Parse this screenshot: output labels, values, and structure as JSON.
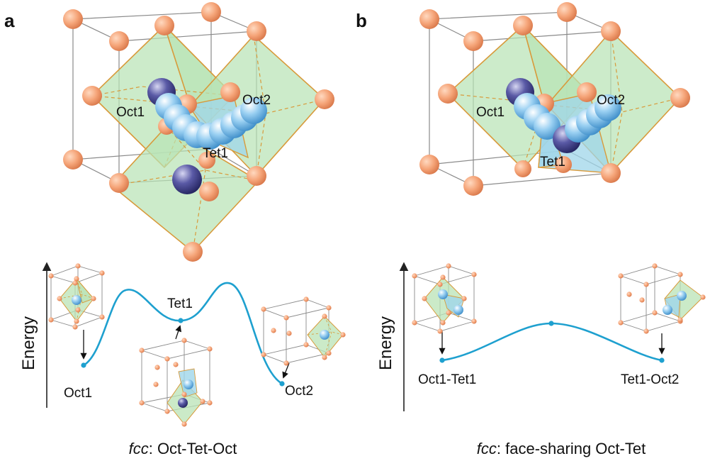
{
  "colors": {
    "host_atom": "#f5a478",
    "octahedron": "#b9e3b5",
    "tetrahedron": "#9fd6ea",
    "diffusing_atom_light": "#9ad0f2",
    "diffusing_atom_dark": "#4a4a9a",
    "energy_curve": "#1ea0cf"
  },
  "panels": [
    {
      "letter": "a",
      "labels": {
        "oct1": "Oct1",
        "oct2": "Oct2",
        "tet1": "Tet1"
      },
      "axis_title": "Energy",
      "path_points": [
        "Oct1",
        "Tet1",
        "Oct2"
      ],
      "caption": {
        "italic": "fcc",
        "rest": ": Oct-Tet-Oct"
      }
    },
    {
      "letter": "b",
      "labels": {
        "oct1": "Oct1",
        "oct2": "Oct2",
        "tet1": "Tet1"
      },
      "axis_title": "Energy",
      "path_points": [
        "Oct1-Tet1",
        "Tet1-Oct2"
      ],
      "caption": {
        "italic": "fcc",
        "rest": ": face-sharing Oct-Tet"
      }
    }
  ]
}
